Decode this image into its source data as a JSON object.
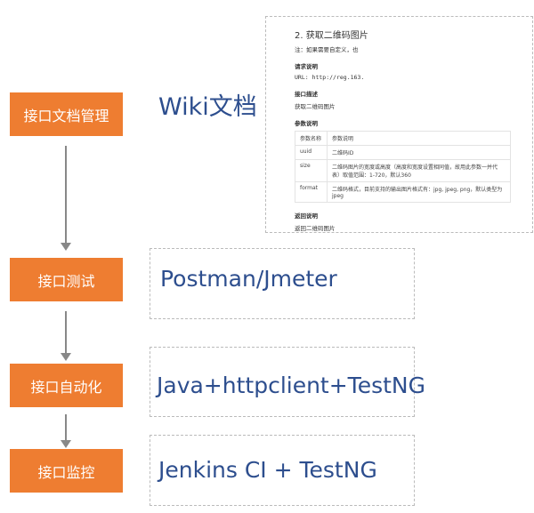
{
  "steps": [
    "接口文档管理",
    "接口测试",
    "接口自动化",
    "接口监控"
  ],
  "tools": [
    "Wiki文档",
    "Postman/Jmeter",
    "Java+httpclient+TestNG",
    "Jenkins CI + TestNG"
  ],
  "colors": {
    "step": "#ee7d31",
    "tool_text": "#2d4e8e"
  },
  "doc": {
    "title": "2. 获取二维码图片",
    "note": "注：如果需要自定义，也",
    "req_heading": "请求说明",
    "url": "URL: http://reg.163.",
    "desc_heading": "接口描述",
    "desc": "获取二维码图片",
    "params_heading": "参数说明",
    "table": [
      [
        "参数名称",
        "参数说明"
      ],
      [
        "uuid",
        "二维码ID"
      ],
      [
        "size",
        "二维码图片的宽度或高度（高度和宽度设置相同值，故用此参数一并代表）取值范围：1-720，默认360"
      ],
      [
        "format",
        "二维码格式，目前支持的输出图片格式有：jpg, jpeg, png，默认类型为jpeg"
      ]
    ],
    "return_heading": "返回说明",
    "return": "返回二维码图片"
  }
}
